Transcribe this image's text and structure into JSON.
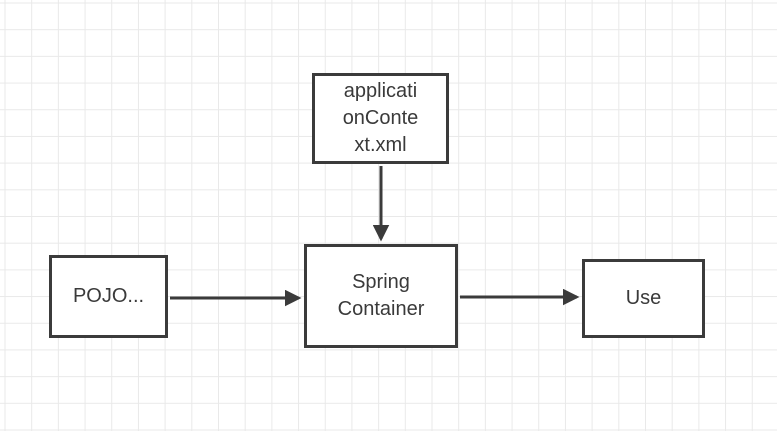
{
  "canvas": {
    "background_color": "#ffffff",
    "grid_line_color": "#e9e9e9",
    "stroke_color": "#3b3b3b",
    "text_color": "#3a3a3a"
  },
  "nodes": [
    {
      "id": "application-context-xml",
      "label": "applicationContext.xml",
      "lines": [
        "applicati",
        "onConte",
        "xt.xml"
      ]
    },
    {
      "id": "pojo",
      "label": "POJO...",
      "lines": [
        "POJO..."
      ]
    },
    {
      "id": "spring-container",
      "label": "Spring Container",
      "lines": [
        "Spring",
        "Container"
      ]
    },
    {
      "id": "use",
      "label": "Use",
      "lines": [
        "Use"
      ]
    }
  ],
  "edges": [
    {
      "from": "application-context-xml",
      "to": "spring-container",
      "direction": "down"
    },
    {
      "from": "pojo",
      "to": "spring-container",
      "direction": "right"
    },
    {
      "from": "spring-container",
      "to": "use",
      "direction": "right"
    }
  ]
}
